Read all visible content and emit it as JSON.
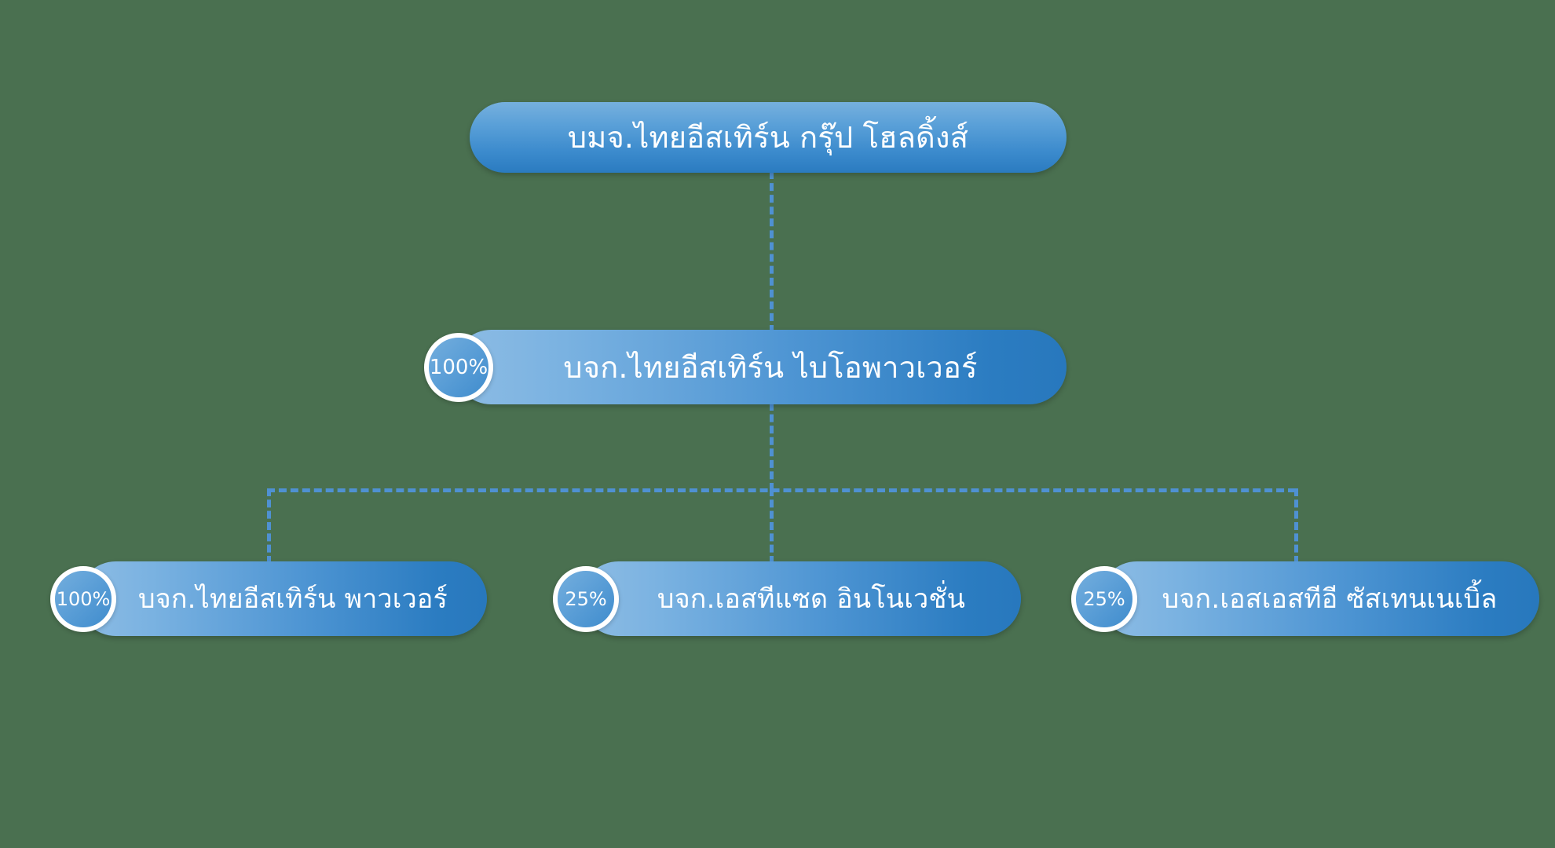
{
  "diagram": {
    "title": "Corporate shareholding structure chart",
    "background_color": "#4a7050",
    "accent_color": "#4f91d2",
    "node_gradient_light": "#8dbce4",
    "node_gradient_dark": "#2878bd",
    "badge_border_color": "#ffffff",
    "levels": [
      {
        "level": 1,
        "nodes": [
          {
            "id": "teghl",
            "label": "บมจ.ไทยอีสเทิร์น กรุ๊ป โฮลดิ้งส์",
            "ownership": null
          }
        ]
      },
      {
        "level": 2,
        "nodes": [
          {
            "id": "tebp",
            "label": "บจก.ไทยอีสเทิร์น ไบโอพาวเวอร์",
            "ownership": "100%"
          }
        ]
      },
      {
        "level": 3,
        "nodes": [
          {
            "id": "tep",
            "label": "บจก.ไทยอีสเทิร์น พาวเวอร์",
            "ownership": "100%"
          },
          {
            "id": "stz",
            "label": "บจก.เอสทีแซด อินโนเวชั่น",
            "ownership": "25%"
          },
          {
            "id": "sste",
            "label": "บจก.เอสเอสทีอี ซัสเทนเนเบิ้ล",
            "ownership": "25%"
          }
        ]
      }
    ]
  }
}
